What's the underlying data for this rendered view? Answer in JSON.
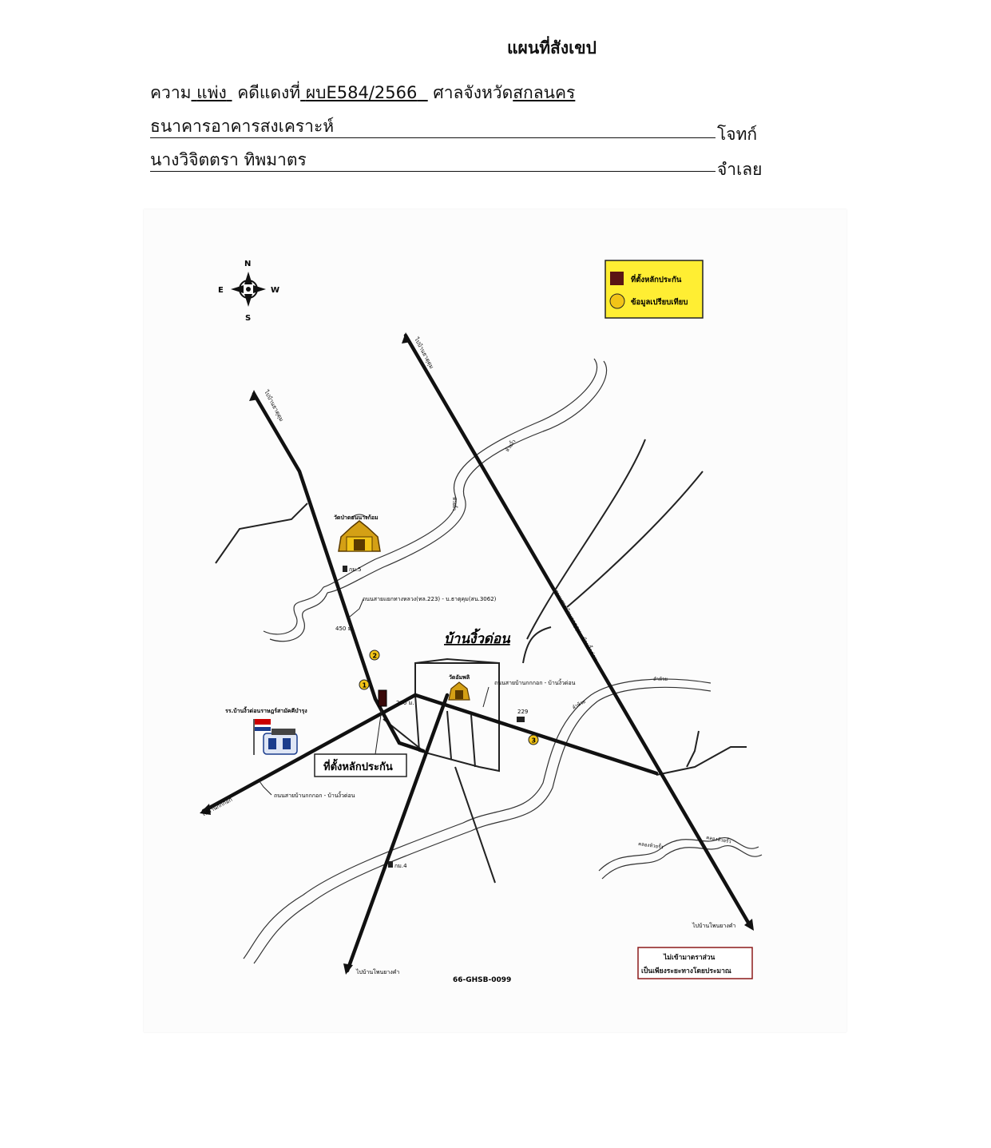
{
  "header": {
    "title": "แผนที่สังเขป",
    "case_label": "ความ",
    "case_type": "แพ่ง",
    "case_no_label": "คดีแดงที่",
    "case_no": "ผบE584/2566",
    "court_label": "ศาลจังหวัด",
    "court": "สกลนคร",
    "plaintiff": "ธนาคารอาคารสงเคราะห์",
    "plaintiff_label": "โจทก์",
    "defendant": "นางวิจิตตรา  ทิพมาตร",
    "defendant_label": "จำเลย"
  },
  "map": {
    "compass": {
      "n": "N",
      "s": "S",
      "e": "E",
      "w": "W"
    },
    "legend": {
      "collateral": "ที่ตั้งหลักประกัน",
      "comparison": "ข้อมูลเปรียบเทียบ",
      "collateral_color": "#5a1414",
      "comparison_color": "#f2c417",
      "bg_color": "#ffee33"
    },
    "village_name": "บ้านงิ้วด่อน",
    "collateral_box": "ที่ตั้งหลักประกัน",
    "labels": {
      "temple_north": "วัดป่าดอนนางก้อม",
      "temple_center": "วัดอัมพลิ",
      "school": "รร.บ้านงิ้วด่อนราษฎร์สามัคคีบำรุง",
      "road_junction": "ถนนสายแยกทางหลวง(ทล.223) - บ.ธาตุคุม(สน.3062)",
      "road_center": "ถนนสายบ้านกกกอก - บ้านงิ้วด่อน",
      "road_southwest": "ถนนสายบ้านกกกอก - บ้านงิ้วด่อน",
      "road_diagonal": "ถนนสายบ้านธาตุดุม - บ้านงิ้วด่อน",
      "to_northwest": "ไปบ้านธาตุดุม",
      "to_north": "ไปบ้านธาตุดุม",
      "to_west": "ไปบ้านกกกอก",
      "to_south": "ไปบ้านโพนยางคำ",
      "to_southeast": "ไปบ้านโพนยางคำ",
      "km5": "กม.5",
      "km4": "กม.4",
      "dist_450": "450 ม.",
      "dist_200": "200 ม.",
      "num_229": "229",
      "stream_north": "ห้วยงิ้ว",
      "stream_north2": "ห้วยงิ้ว",
      "stream_east": "ลำห้วย",
      "stream_east2": "ลำห้วย",
      "stream_se": "คลองห้วยรั้ว",
      "stream_se2": "คลองห้วยรั้ว",
      "comp1": "1",
      "comp2": "2",
      "comp3": "3",
      "ref_code": "66-GHSB-0099",
      "disclaimer_line1": "ไม่เข้ามาตราส่วน",
      "disclaimer_line2": "เป็นเพียงระยะทางโดยประมาณ"
    }
  }
}
